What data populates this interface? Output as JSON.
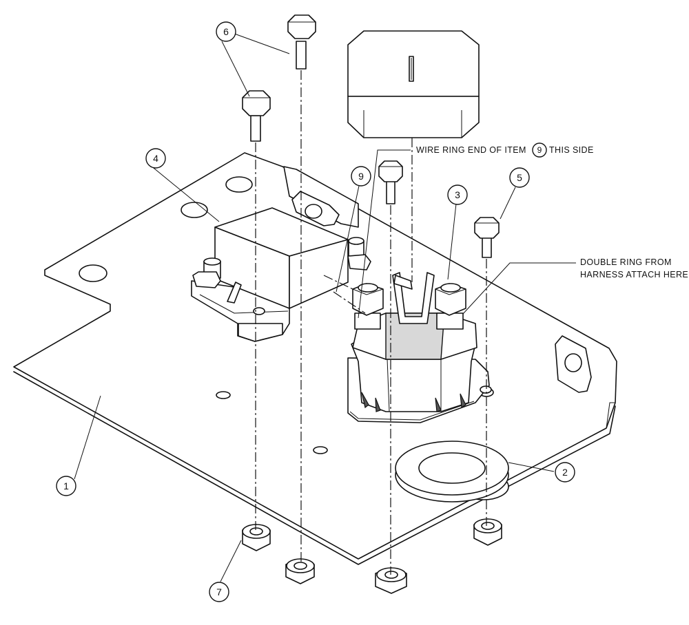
{
  "callouts": {
    "c1": "1",
    "c2": "2",
    "c3": "3",
    "c4": "4",
    "c5": "5",
    "c6": "6",
    "c7": "7",
    "c9a": "9",
    "c9b": "9"
  },
  "notes": {
    "wire_ring_before": "WIRE RING END OF ITEM",
    "wire_ring_item": "9",
    "wire_ring_after": "THIS SIDE",
    "double_ring_line1": "DOUBLE RING FROM",
    "double_ring_line2": "HARNESS ATTACH HERE"
  },
  "colors": {
    "line": "#111111",
    "shade": "#d8d8d8",
    "background": "#ffffff"
  }
}
